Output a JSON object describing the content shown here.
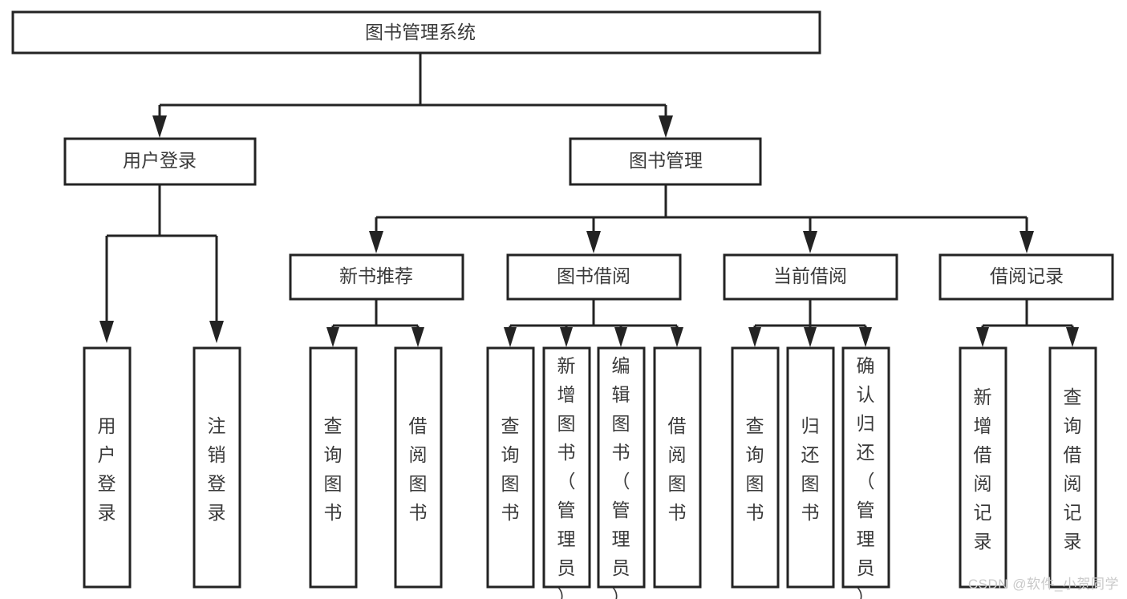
{
  "diagram": {
    "title": "图书管理系统",
    "watermark": "CSDN @软件_小贺同学",
    "colors": {
      "stroke": "#232323",
      "text": "#3a3a3a",
      "background": "#ffffff",
      "watermark": "#c9c9c9"
    },
    "root": {
      "label": "图书管理系统"
    },
    "level2": [
      {
        "label": "用户登录"
      },
      {
        "label": "图书管理"
      }
    ],
    "level3": [
      {
        "label": "新书推荐"
      },
      {
        "label": "图书借阅"
      },
      {
        "label": "当前借阅"
      },
      {
        "label": "借阅记录"
      }
    ],
    "leaves": [
      {
        "label": "用户登录",
        "parent": "用户登录"
      },
      {
        "label": "注销登录",
        "parent": "用户登录"
      },
      {
        "label": "查询图书",
        "parent": "新书推荐"
      },
      {
        "label": "借阅图书",
        "parent": "新书推荐"
      },
      {
        "label": "查询图书",
        "parent": "图书借阅"
      },
      {
        "label": "新增图书（管理员）",
        "parent": "图书借阅"
      },
      {
        "label": "编辑图书（管理员）",
        "parent": "图书借阅"
      },
      {
        "label": "借阅图书",
        "parent": "图书借阅"
      },
      {
        "label": "查询图书",
        "parent": "当前借阅"
      },
      {
        "label": "归还图书",
        "parent": "当前借阅"
      },
      {
        "label": "确认归还（管理员）",
        "parent": "当前借阅"
      },
      {
        "label": "新增借阅记录",
        "parent": "借阅记录"
      },
      {
        "label": "查询借阅记录",
        "parent": "借阅记录"
      }
    ]
  }
}
